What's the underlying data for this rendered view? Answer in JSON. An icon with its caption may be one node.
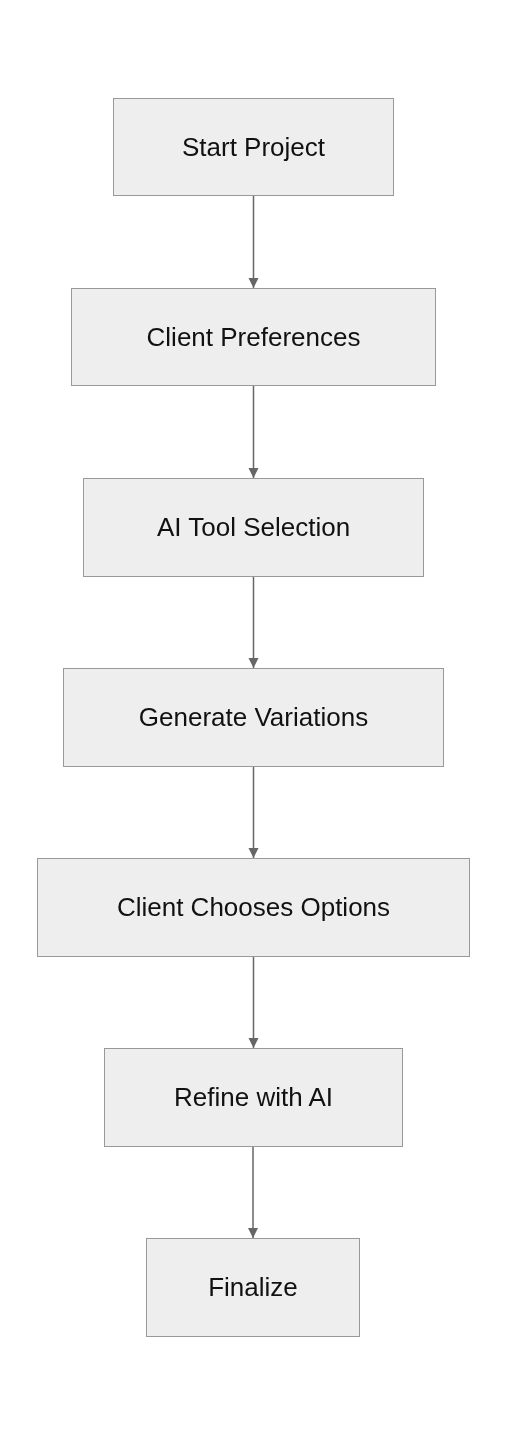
{
  "diagram": {
    "nodes": [
      {
        "text": [
          "Start Project"
        ]
      },
      {
        "text": [
          "Client Preferences"
        ]
      },
      {
        "text": [
          "AI Tool Selection"
        ]
      },
      {
        "text": [
          "Generate Variations"
        ]
      },
      {
        "text": [
          "Client Chooses Options"
        ]
      },
      {
        "text": [
          "Refine with AI"
        ]
      },
      {
        "text": [
          "Finalize"
        ]
      }
    ],
    "edges": [
      {
        "from": 0,
        "to": 1,
        "arrow": "to"
      },
      {
        "from": 1,
        "to": 2,
        "arrow": "to"
      },
      {
        "from": 2,
        "to": 3,
        "arrow": "to"
      },
      {
        "from": 3,
        "to": 4,
        "arrow": "to"
      },
      {
        "from": 4,
        "to": 5,
        "arrow": "to"
      },
      {
        "from": 5,
        "to": 6,
        "arrow": "to"
      }
    ]
  }
}
